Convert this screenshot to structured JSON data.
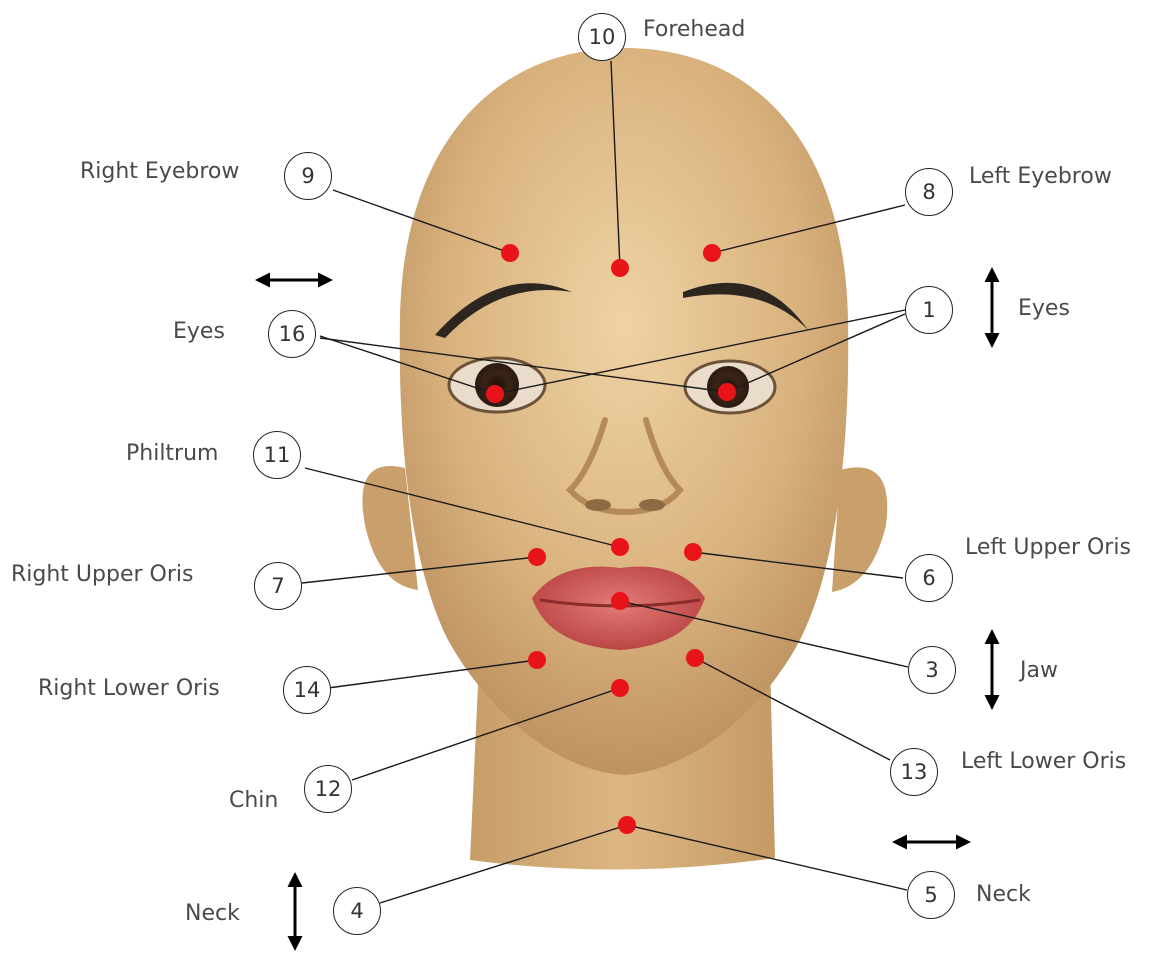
{
  "colors": {
    "skin": "#d9b27e",
    "marker": "#e8141a",
    "lips": "#c9514f",
    "brow": "#2d2620",
    "label_text": "#4a4a4a",
    "leader_line": "#1a1a1a"
  },
  "markers": [
    {
      "id": "1",
      "label": "Eyes",
      "paired": true
    },
    {
      "id": "3",
      "label": "Jaw"
    },
    {
      "id": "4",
      "label": "Neck"
    },
    {
      "id": "5",
      "label": "Neck"
    },
    {
      "id": "6",
      "label": "Left Upper Oris"
    },
    {
      "id": "7",
      "label": "Right Upper Oris"
    },
    {
      "id": "8",
      "label": "Left Eyebrow"
    },
    {
      "id": "9",
      "label": "Right Eyebrow"
    },
    {
      "id": "10",
      "label": "Forehead"
    },
    {
      "id": "11",
      "label": "Philtrum"
    },
    {
      "id": "12",
      "label": "Chin"
    },
    {
      "id": "13",
      "label": "Left Lower Oris"
    },
    {
      "id": "14",
      "label": "Right Lower Oris"
    },
    {
      "id": "16",
      "label": "Eyes",
      "paired": true
    }
  ],
  "motion_arrows": [
    {
      "marker": "16",
      "direction": "horizontal"
    },
    {
      "marker": "1",
      "direction": "vertical"
    },
    {
      "marker": "3",
      "direction": "vertical"
    },
    {
      "marker": "5",
      "direction": "horizontal"
    },
    {
      "marker": "4",
      "direction": "vertical"
    }
  ]
}
